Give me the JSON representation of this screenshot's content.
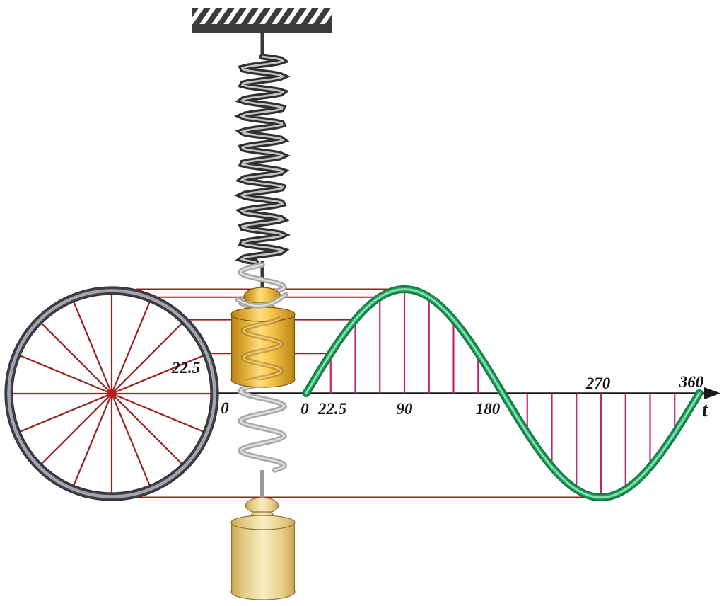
{
  "labels": {
    "wheel_angle_label": "22.5",
    "axis_origin_left": "0",
    "tick_0": "0",
    "tick_22_5": "22.5",
    "tick_90": "90",
    "tick_180": "180",
    "tick_270": "270",
    "tick_360": "360",
    "time_axis": "t"
  },
  "curve": {
    "type": "sine",
    "degrees_start": 0,
    "degrees_end": 360,
    "amplitude": 1,
    "peak_deg": 90,
    "trough_deg": 270,
    "zero_crossings_deg": [
      0,
      180,
      360
    ],
    "hash_interval_deg": 22.5,
    "tick_values_deg": [
      0,
      22.5,
      90,
      180,
      270,
      360
    ]
  },
  "colors": {
    "curve_green_dark": "#0f7a44",
    "curve_green_mid": "#1fa263",
    "curve_green_light": "#8fdfae",
    "hash_pink": "#c6246c",
    "projection_red": "#9b2020",
    "spoke_red": "#9b2020",
    "hub_red": "#bf1d1d",
    "wheel_rim_dark": "#3f3f47",
    "wheel_rim_light": "#a5a5af",
    "wheel_rim_edge": "#2e2e34",
    "axis_black": "#1a1a1a",
    "spring_dark": "#303030",
    "spring_dark_sheen": "#c4c4c4",
    "spring_ghost": "#a8a8a8",
    "spring_ghost_sheen": "#e0e0e0",
    "ceiling_dark": "#3b3b3b",
    "mass_gold_outline": "#7a5510",
    "ghost_gold_outline": "#8d7434"
  }
}
